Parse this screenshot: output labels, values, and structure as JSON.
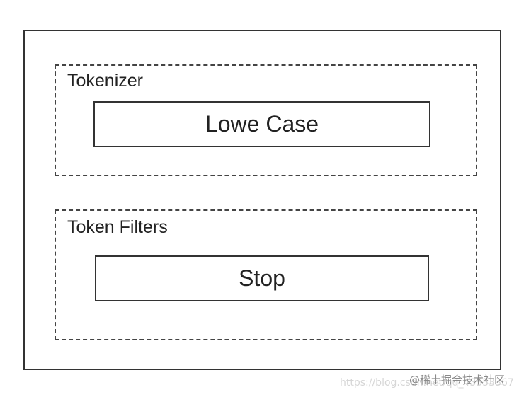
{
  "diagram": {
    "tokenizer_group": {
      "title": "Tokenizer",
      "component": "Lowe Case"
    },
    "filters_group": {
      "title": "Token Filters",
      "component": "Stop"
    }
  },
  "watermark": {
    "brand": "@稀土掘金技术社区",
    "blog": "https://blog.csdn.net/qq_43553367"
  }
}
